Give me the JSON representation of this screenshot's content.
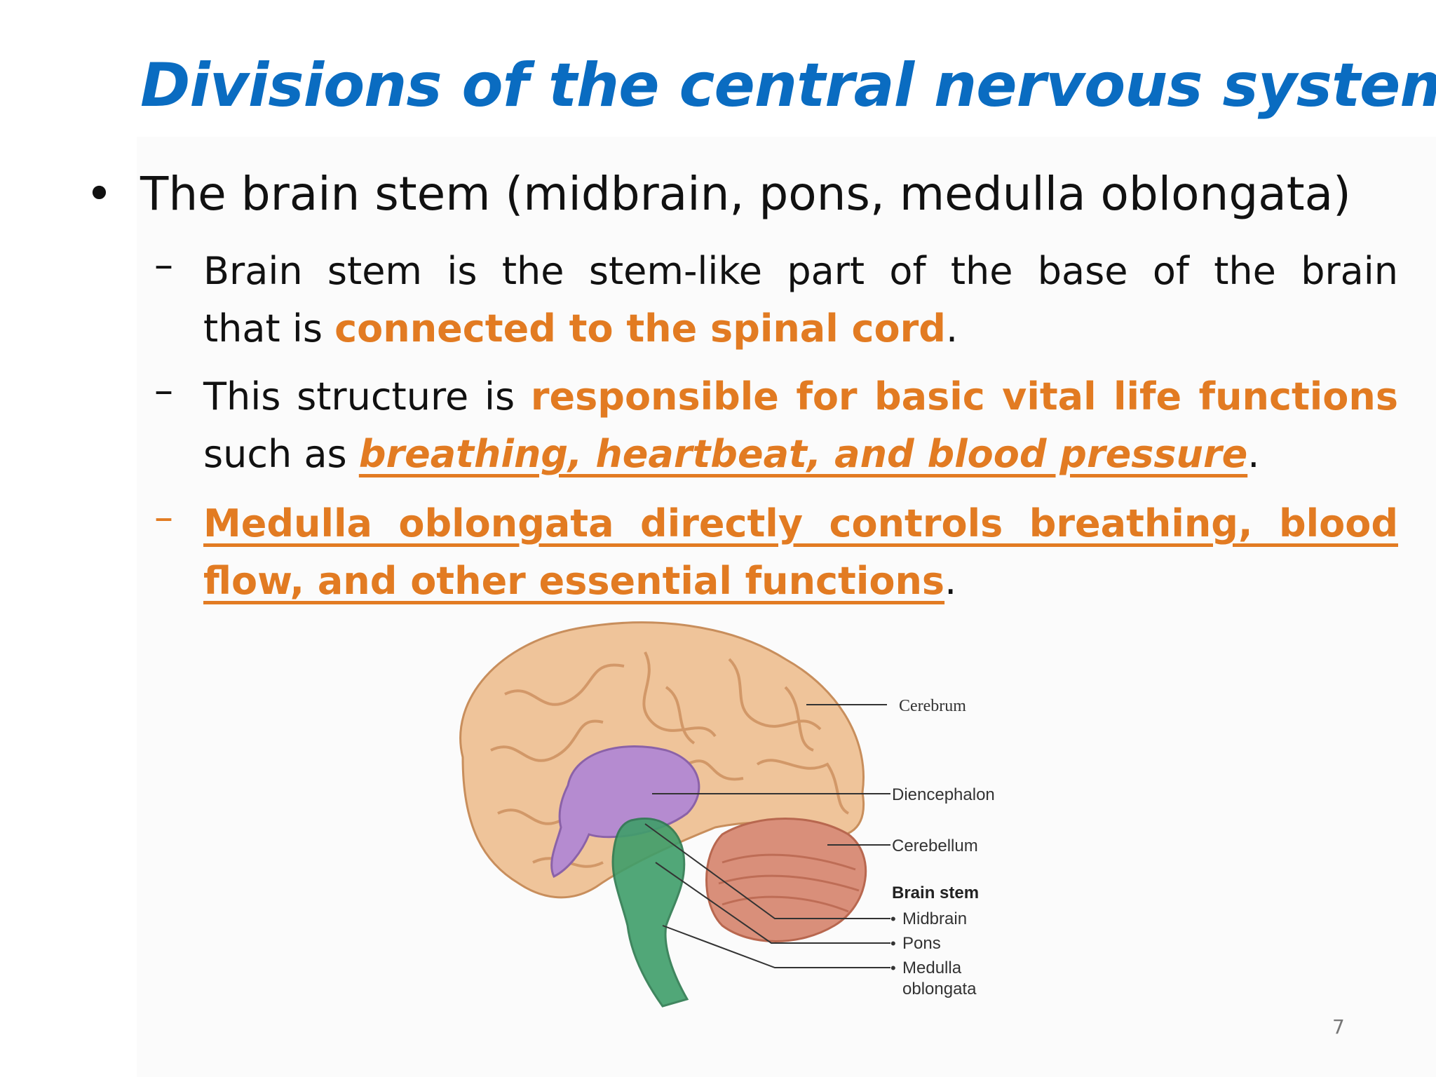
{
  "slide": {
    "title": "Divisions of the central nervous system",
    "bullet": {
      "glyph": "•",
      "text": "The brain stem (midbrain, pons, medulla oblongata)"
    },
    "sub_items": [
      {
        "dash": "–",
        "line1": "Brain stem is the stem-like part of the base of the brain",
        "line2_prefix": "that is ",
        "line2_highlight": "connected to the spinal cord",
        "line2_suffix": "."
      },
      {
        "dash": "–",
        "line1_prefix": "This structure is ",
        "line1_highlight": "responsible for basic vital life functions",
        "line2_prefix": "such as ",
        "line2_highlight": "breathing, heartbeat, and blood pressure",
        "line2_suffix": "."
      },
      {
        "dash": "–",
        "line1_highlight": "Medulla oblongata directly controls breathing, blood",
        "line2_highlight": "flow, and other essential functions",
        "line2_suffix": "."
      }
    ],
    "figure": {
      "labels": {
        "cerebrum": "Cerebrum",
        "diencephalon": "Diencephalon",
        "cerebellum": "Cerebellum",
        "brain_stem": "Brain stem",
        "midbrain": "Midbrain",
        "pons": "Pons",
        "medulla_line1": "Medulla",
        "medulla_line2": "oblongata"
      },
      "bullet_glyph": "•"
    },
    "page_number": "7"
  },
  "colors": {
    "title": "#0a6cc1",
    "highlight": "#e27b22",
    "cerebrum": "#efc49a",
    "diencephalon": "#b58bd0",
    "cerebellum": "#d98f7a",
    "brain_stem": "#3f9e6a"
  }
}
